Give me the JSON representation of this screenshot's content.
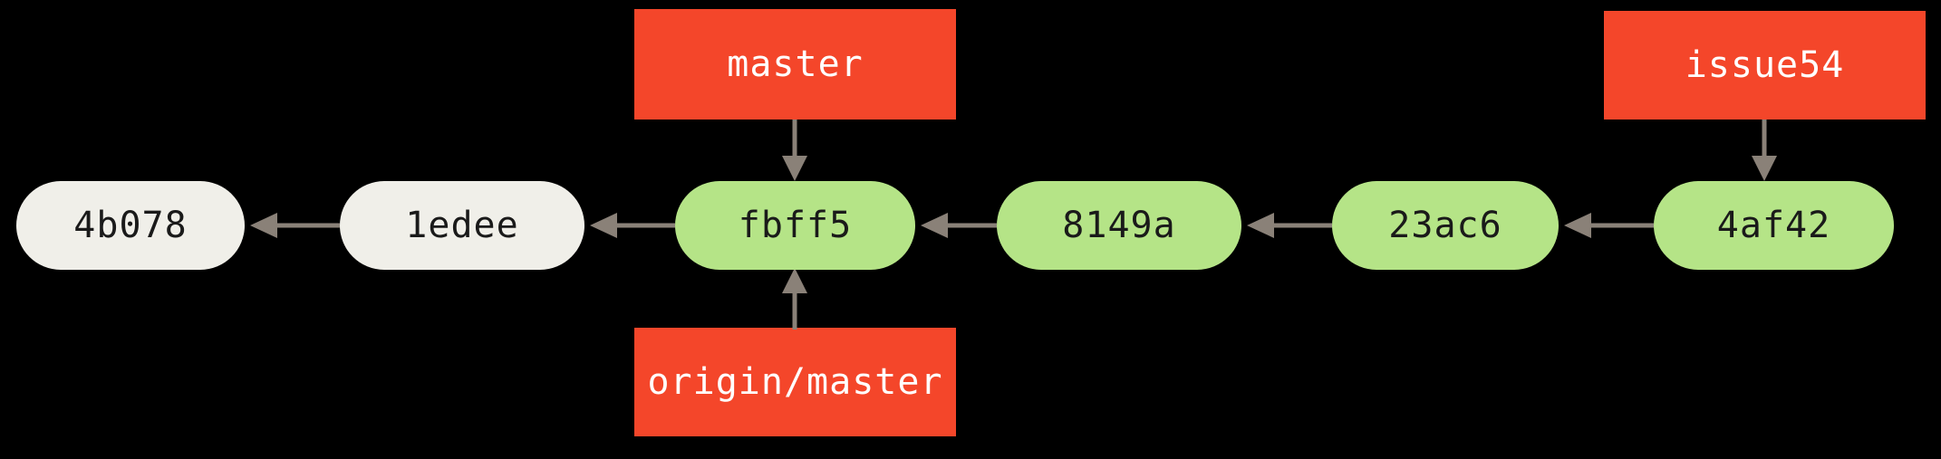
{
  "diagram": {
    "title": "git-commit-history-graph",
    "background_color": "#000000",
    "arrow_color": "#8a8178",
    "commit_node_pale_color": "#f0efe9",
    "commit_node_green_color": "#b5e487",
    "branch_box_color": "#f4462a",
    "branch_label_text_color": "#ffffff",
    "commit_label_text_color": "#1a1a1a"
  },
  "commits": [
    {
      "id": "4b078",
      "style": "pale"
    },
    {
      "id": "1edee",
      "style": "pale"
    },
    {
      "id": "fbff5",
      "style": "green"
    },
    {
      "id": "8149a",
      "style": "green"
    },
    {
      "id": "23ac6",
      "style": "green"
    },
    {
      "id": "4af42",
      "style": "green"
    }
  ],
  "branches": [
    {
      "name": "master",
      "points_to": "fbff5",
      "position": "above"
    },
    {
      "name": "origin/master",
      "points_to": "fbff5",
      "position": "below"
    },
    {
      "name": "issue54",
      "points_to": "4af42",
      "position": "above"
    }
  ],
  "edges": [
    {
      "from": "1edee",
      "to": "4b078"
    },
    {
      "from": "fbff5",
      "to": "1edee"
    },
    {
      "from": "8149a",
      "to": "fbff5"
    },
    {
      "from": "23ac6",
      "to": "8149a"
    },
    {
      "from": "4af42",
      "to": "23ac6"
    }
  ]
}
